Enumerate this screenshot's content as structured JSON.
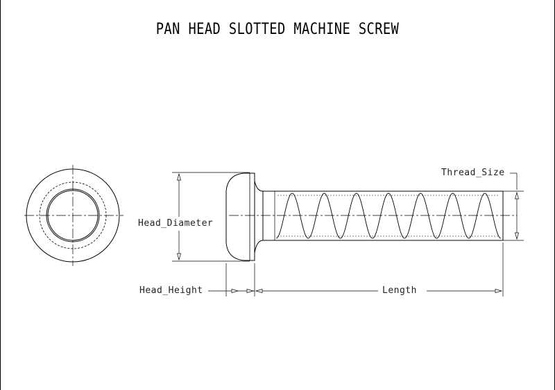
{
  "drawing": {
    "title": "PAN HEAD SLOTTED MACHINE SCREW",
    "labels": {
      "thread_size": "Thread_Size",
      "head_diameter": "Head_Diameter",
      "head_height": "Head_Height",
      "length": "Length"
    },
    "thread_turns": 7
  }
}
